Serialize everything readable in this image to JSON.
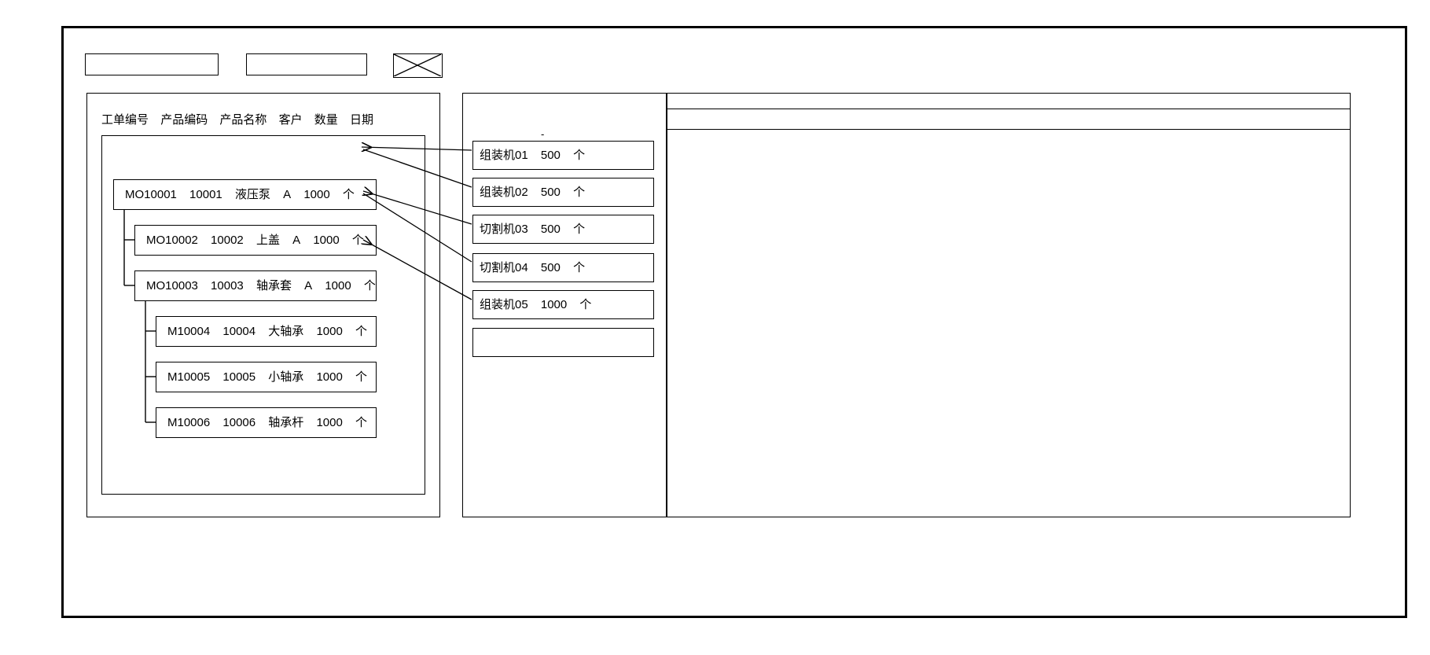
{
  "toolbar": {
    "field1_value": "",
    "field1_placeholder": "",
    "field2_value": "",
    "field2_placeholder": "",
    "cross_box_label": ""
  },
  "left_panel": {
    "columns": [
      "工单编号",
      "产品编码",
      "产品名称",
      "客户",
      "数量",
      "日期"
    ],
    "rows": [
      {
        "order_no": "MO10001",
        "product_code": "10001",
        "product_name": "液压泵",
        "customer": "A",
        "qty": "1000",
        "unit": "个",
        "level": 0
      },
      {
        "order_no": "MO10002",
        "product_code": "10002",
        "product_name": "上盖",
        "customer": "A",
        "qty": "1000",
        "unit": "个",
        "level": 1
      },
      {
        "order_no": "MO10003",
        "product_code": "10003",
        "product_name": "轴承套",
        "customer": "A",
        "qty": "1000",
        "unit": "个",
        "level": 1
      },
      {
        "order_no": "M10004",
        "product_code": "10004",
        "product_name": "大轴承",
        "customer": "",
        "qty": "1000",
        "unit": "个",
        "level": 2
      },
      {
        "order_no": "M10005",
        "product_code": "10005",
        "product_name": "小轴承",
        "customer": "",
        "qty": "1000",
        "unit": "个",
        "level": 2
      },
      {
        "order_no": "M10006",
        "product_code": "10006",
        "product_name": "轴承杆",
        "customer": "",
        "qty": "1000",
        "unit": "个",
        "level": 2
      }
    ]
  },
  "middle_panel": {
    "marker": "-",
    "machines": [
      {
        "name": "组装机01",
        "qty": "500",
        "unit": "个"
      },
      {
        "name": "组装机02",
        "qty": "500",
        "unit": "个"
      },
      {
        "name": "切割机03",
        "qty": "500",
        "unit": "个"
      },
      {
        "name": "切割机04",
        "qty": "500",
        "unit": "个"
      },
      {
        "name": "组装机05",
        "qty": "1000",
        "unit": "个"
      },
      {
        "name": "",
        "qty": "",
        "unit": ""
      }
    ]
  },
  "right_panel": {
    "header_text": "",
    "body_text": ""
  },
  "colors": {
    "stroke": "#000000",
    "background": "#ffffff"
  }
}
